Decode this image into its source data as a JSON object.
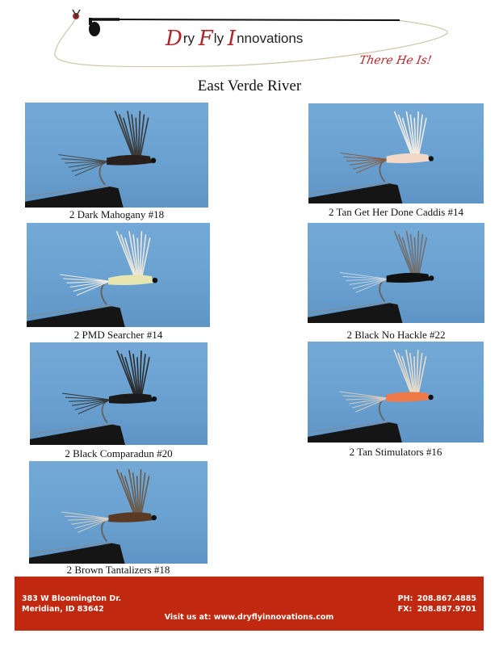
{
  "header": {
    "brand_parts": [
      {
        "cap": "D",
        "rest": "ry "
      },
      {
        "cap": "F",
        "rest": "ly "
      },
      {
        "cap": "I",
        "rest": "nnovations"
      }
    ],
    "tagline": "There He Is!",
    "logo_icons": [
      "fly-icon",
      "fly-rod-icon",
      "fly-line-icon"
    ]
  },
  "page": {
    "title": "East Verde River"
  },
  "flies": [
    {
      "caption": "2 Dark Mahogany #18",
      "body": "#2a1f1a",
      "wing": "#3a3a3a",
      "tail": "#4a4a4a"
    },
    {
      "caption": "2 Tan Get Her Done Caddis #14",
      "body": "#f2d9c8",
      "wing": "#f4ece2",
      "tail": "#8a5a3a"
    },
    {
      "caption": "2 PMD Searcher #14",
      "body": "#e8e6b0",
      "wing": "#eae6dc",
      "tail": "#f0ece4"
    },
    {
      "caption": "2 Black No Hackle #22",
      "body": "#111111",
      "wing": "#707070",
      "tail": "#c8d4e0"
    },
    {
      "caption": "2 Black Comparadun #20",
      "body": "#1a1a1a",
      "wing": "#2a2a2a",
      "tail": "#333333"
    },
    {
      "caption": "2 Tan Stimulators #16",
      "body": "#ee7a4a",
      "wing": "#e8dccc",
      "tail": "#d8ccbc"
    },
    {
      "caption": "2 Brown Tantalizers #18",
      "body": "#5a3a22",
      "wing": "#6a5a4a",
      "tail": "#d8d0c4"
    }
  ],
  "footer": {
    "address_line1": "383 W Bloomington Dr.",
    "address_line2": "Meridian, ID 83642",
    "phone_label": "PH:",
    "phone": "208.867.4885",
    "fax_label": "FX:",
    "fax": "208.887.9701",
    "visit": "Visit us at: www.dryflyinnovations.com"
  }
}
